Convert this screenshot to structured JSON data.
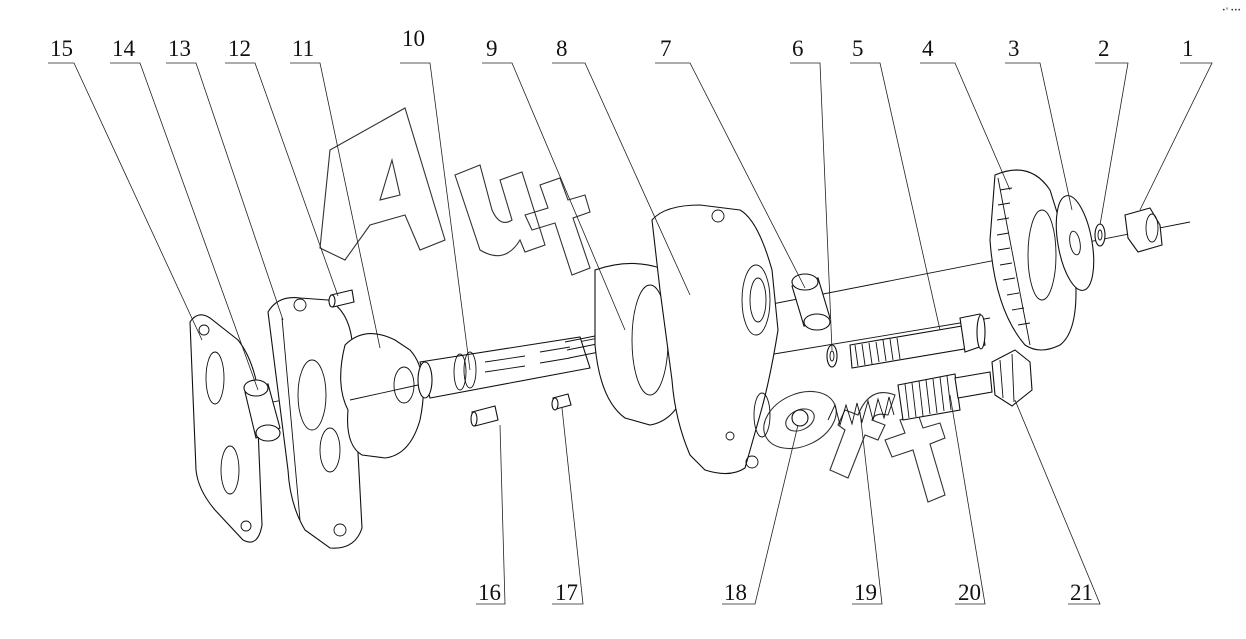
{
  "diagram": {
    "corner_mark": "•° •••",
    "watermark": "AutoSoft",
    "callouts_top": [
      "15",
      "14",
      "13",
      "12",
      "11",
      "10",
      "9",
      "8",
      "7",
      "6",
      "5",
      "4",
      "3",
      "2",
      "1"
    ],
    "callouts_bottom": [
      "16",
      "17",
      "18",
      "19",
      "20",
      "21"
    ]
  },
  "colors": {
    "line": "#111111",
    "background": "#ffffff"
  }
}
